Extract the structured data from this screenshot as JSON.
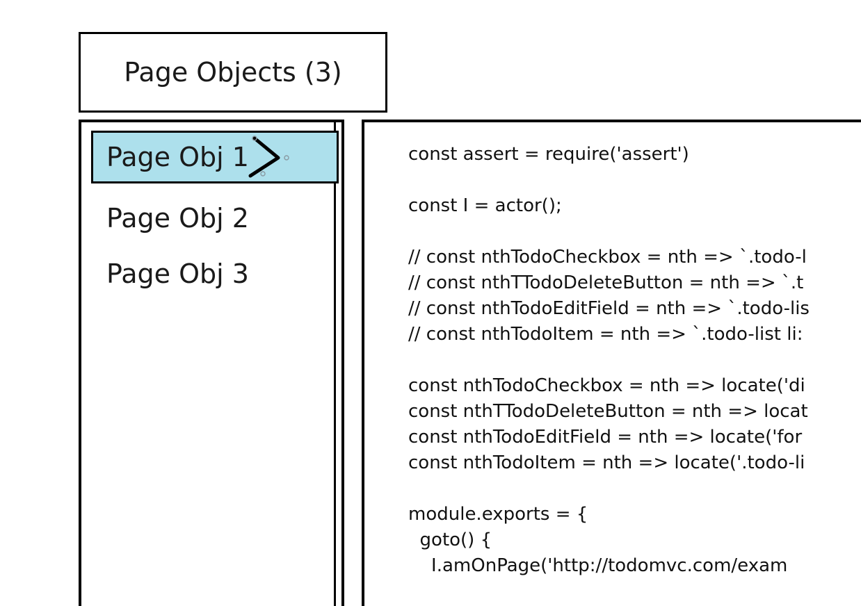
{
  "header": {
    "title": "Page Objects (3)"
  },
  "sidebar": {
    "items": [
      {
        "label": "Page Obj 1",
        "selected": true,
        "icon": "chevron-right-mark"
      },
      {
        "label": "Page Obj 2",
        "selected": false
      },
      {
        "label": "Page Obj 3",
        "selected": false
      }
    ]
  },
  "code_panel": {
    "lines": [
      "const assert = require('assert')",
      "",
      "const I = actor();",
      "",
      "// const nthTodoCheckbox = nth => `.todo-l",
      "// const nthTTodoDeleteButton = nth => `.t",
      "// const nthTodoEditField = nth => `.todo-lis",
      "// const nthTodoItem = nth => `.todo-list li:",
      "",
      "const nthTodoCheckbox = nth => locate('di",
      "const nthTTodoDeleteButton = nth => locat",
      "const nthTodoEditField = nth => locate('for",
      "const nthTodoItem = nth => locate('.todo-li",
      "",
      "module.exports = {",
      "  goto() {",
      "    I.amOnPage('http://todomvc.com/exam"
    ]
  },
  "colors": {
    "selection_background": "#ade0ec",
    "border": "#000000",
    "text": "#1a1a1a",
    "page_background": "#ffffff"
  }
}
